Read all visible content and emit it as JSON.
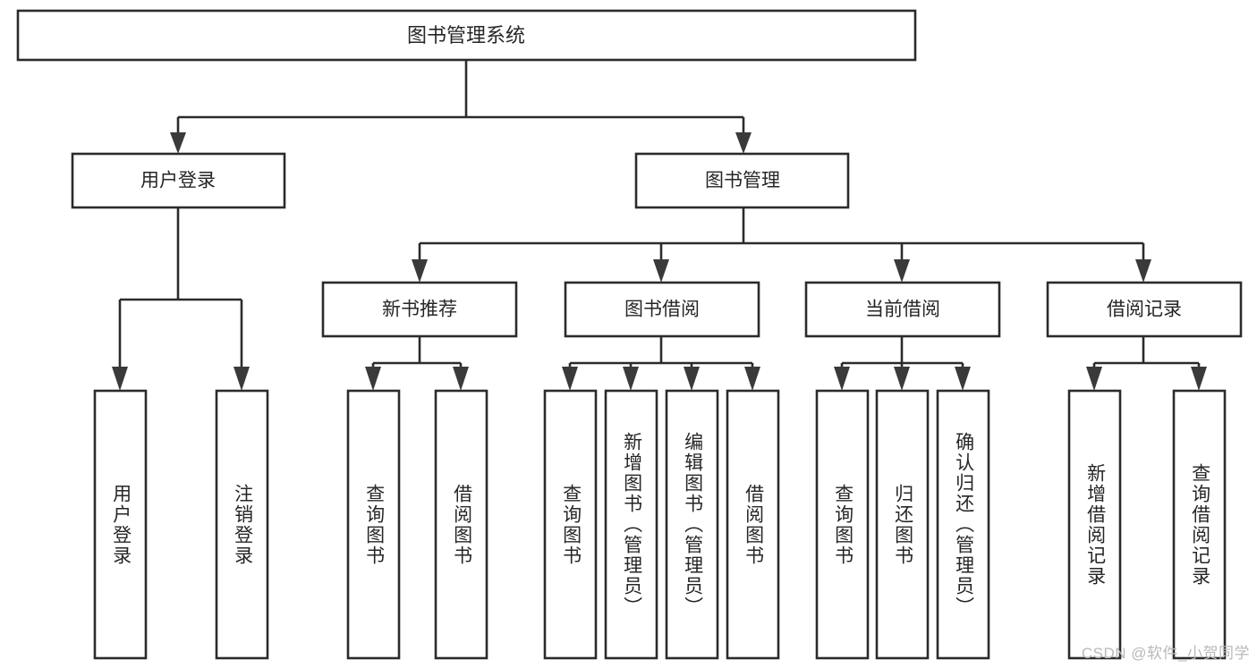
{
  "diagram": {
    "type": "hierarchical-tree",
    "title_node": {
      "label": "图书管理系统"
    },
    "level2": [
      {
        "id": "user-login",
        "label": "用户登录"
      },
      {
        "id": "book-management",
        "label": "图书管理"
      }
    ],
    "level3": [
      {
        "id": "new-book-recommend",
        "label": "新书推荐"
      },
      {
        "id": "book-borrow",
        "label": "图书借阅"
      },
      {
        "id": "current-borrow",
        "label": "当前借阅"
      },
      {
        "id": "borrow-record",
        "label": "借阅记录"
      }
    ],
    "leaves": {
      "user_login": [
        {
          "id": "leaf-user-login",
          "label": "用户登录"
        },
        {
          "id": "leaf-logout-login",
          "label": "注销登录"
        }
      ],
      "new_book_recommend": [
        {
          "id": "leaf-query-book-1",
          "label": "查询图书"
        },
        {
          "id": "leaf-borrow-book-1",
          "label": "借阅图书"
        }
      ],
      "book_borrow": [
        {
          "id": "leaf-query-book-2",
          "label": "查询图书"
        },
        {
          "id": "leaf-add-book",
          "label": "新增图书（管理员）"
        },
        {
          "id": "leaf-edit-book",
          "label": "编辑图书（管理员）"
        },
        {
          "id": "leaf-borrow-book-2",
          "label": "借阅图书"
        }
      ],
      "current_borrow": [
        {
          "id": "leaf-query-book-3",
          "label": "查询图书"
        },
        {
          "id": "leaf-return-book",
          "label": "归还图书"
        },
        {
          "id": "leaf-confirm-return",
          "label": "确认归还（管理员）"
        }
      ],
      "borrow_record": [
        {
          "id": "leaf-add-borrow-record",
          "label": "新增借阅记录"
        },
        {
          "id": "leaf-query-borrow-record",
          "label": "查询借阅记录"
        }
      ]
    }
  },
  "watermark": {
    "text": "CSDN @软件_小贺同学"
  },
  "colors": {
    "background": "#ffffff",
    "box_fill": "#ffffff",
    "box_stroke": "#2b2b2b",
    "text": "#262626",
    "watermark": "#b9b9b9"
  }
}
